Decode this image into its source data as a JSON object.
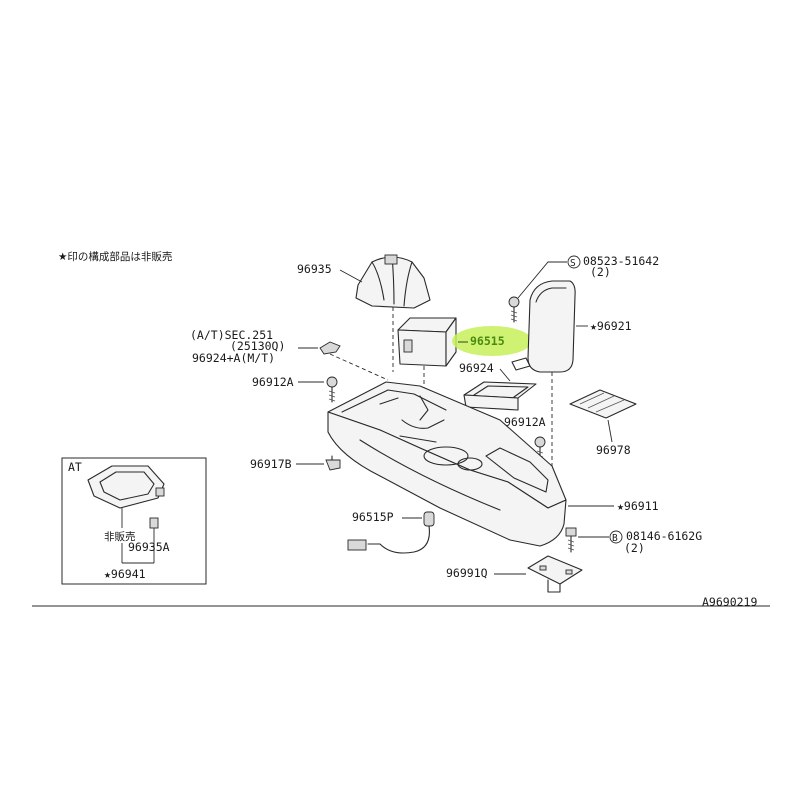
{
  "diagram": {
    "note": "★印の構成部品は非販売",
    "drawing_number": "A9690219",
    "highlight_color": "#c8f05a",
    "labels": {
      "p96935": "96935",
      "p96515": "96515",
      "p96924": "96924",
      "p96921": "★96921",
      "p96978": "96978",
      "p96912A_left": "96912A",
      "p96912A_right": "96912A",
      "p96917B": "96917B",
      "p96911": "★96911",
      "p96515P": "96515P",
      "p96991Q": "96991Q",
      "at_sec_line1": "(A/T)SEC.251",
      "at_sec_line2": "(25130Q)",
      "p96924A_mt": "96924+A(M/T)",
      "screw_part": "08523-51642",
      "screw_qty": "(2)",
      "bolt_part": "08146-6162G",
      "bolt_qty": "(2)",
      "screw_symbol": "S",
      "bolt_symbol": "B"
    },
    "inset": {
      "title": "AT",
      "not_for_sale": "非販売",
      "p96935A": "96935A",
      "p96941": "★96941"
    }
  }
}
